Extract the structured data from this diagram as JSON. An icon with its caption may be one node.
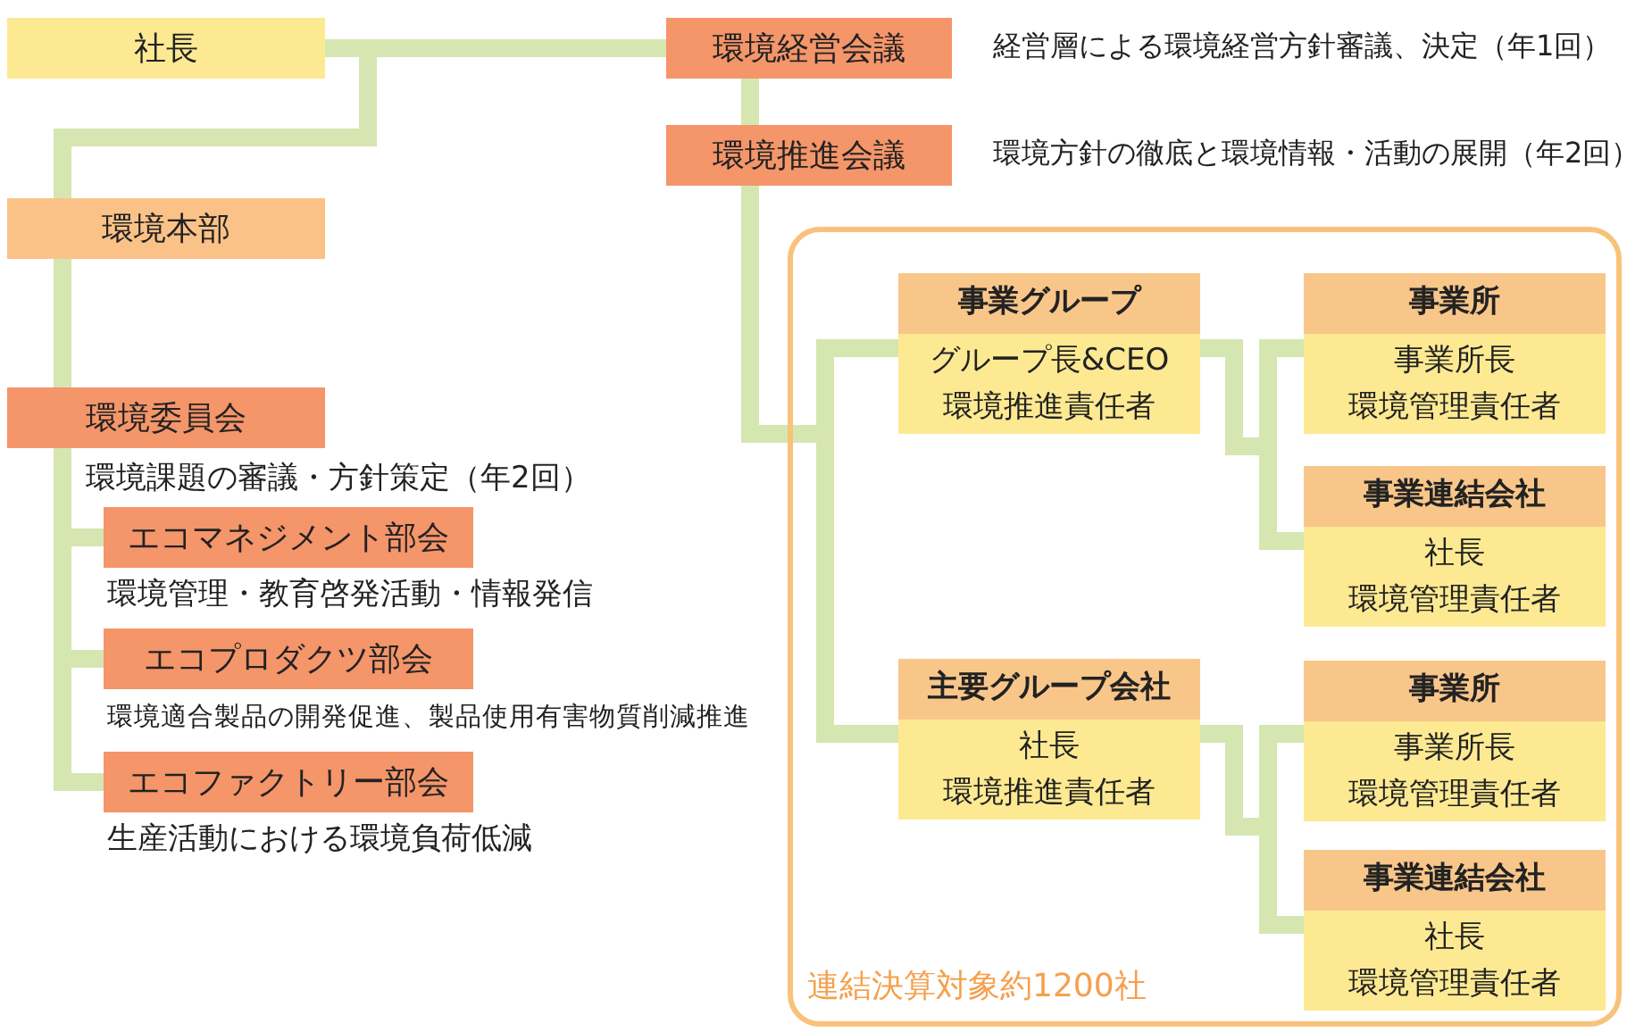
{
  "diagram": {
    "nodes": [
      {
        "text": [
          "社長"
        ]
      },
      {
        "text": [
          "環境経営会議"
        ],
        "beside": [
          "経営層による環境経営方針審議、決定（年1回）"
        ]
      },
      {
        "text": [
          "環境推進会議"
        ],
        "beside": [
          "環境方針の徹底と環境情報・活動の展開（年2回）"
        ]
      },
      {
        "text": [
          "環境本部"
        ]
      },
      {
        "text": [
          "環境委員会"
        ],
        "beside": [
          "環境課題の審議・方針策定（年2回）"
        ]
      },
      {
        "text": [
          "エコマネジメント部会"
        ],
        "beside": [
          "環境管理・教育啓発活動・情報発信"
        ]
      },
      {
        "text": [
          "エコプロダクツ部会"
        ],
        "beside": [
          "環境適合製品の開発促進、製品使用有害物質削減推進"
        ]
      },
      {
        "text": [
          "エコファクトリー部会"
        ],
        "beside": [
          "生産活動における環境負荷低減"
        ]
      },
      {
        "text": [
          "連結決算対象約1200社"
        ]
      },
      {
        "text": [
          "事業グループ",
          "グループ長&CEO",
          "環境推進責任者"
        ],
        "in": 8
      },
      {
        "text": [
          "事業所",
          "事業所長",
          "環境管理責任者"
        ],
        "in": 8
      },
      {
        "text": [
          "事業連結会社",
          "社長",
          "環境管理責任者"
        ],
        "in": 8
      },
      {
        "text": [
          "主要グループ会社",
          "社長",
          "環境推進責任者"
        ],
        "in": 8
      },
      {
        "text": [
          "事業所",
          "事業所長",
          "環境管理責任者"
        ],
        "in": 8
      },
      {
        "text": [
          "事業連結会社",
          "社長",
          "環境管理責任者"
        ],
        "in": 8
      }
    ],
    "edges": [
      {
        "from": 0,
        "to": 1,
        "arrow": "none"
      },
      {
        "from": 0,
        "to": 3,
        "arrow": "none"
      },
      {
        "from": 3,
        "to": 4,
        "arrow": "none"
      },
      {
        "from": 4,
        "to": 5,
        "arrow": "none"
      },
      {
        "from": 4,
        "to": 6,
        "arrow": "none"
      },
      {
        "from": 4,
        "to": 7,
        "arrow": "none"
      },
      {
        "from": 1,
        "to": 2,
        "arrow": "none"
      },
      {
        "from": 2,
        "to": 9,
        "arrow": "none"
      },
      {
        "from": 2,
        "to": 12,
        "arrow": "none"
      },
      {
        "from": 9,
        "to": 10,
        "arrow": "none"
      },
      {
        "from": 9,
        "to": 11,
        "arrow": "none"
      },
      {
        "from": 12,
        "to": 13,
        "arrow": "none"
      },
      {
        "from": 12,
        "to": 14,
        "arrow": "none"
      }
    ]
  }
}
